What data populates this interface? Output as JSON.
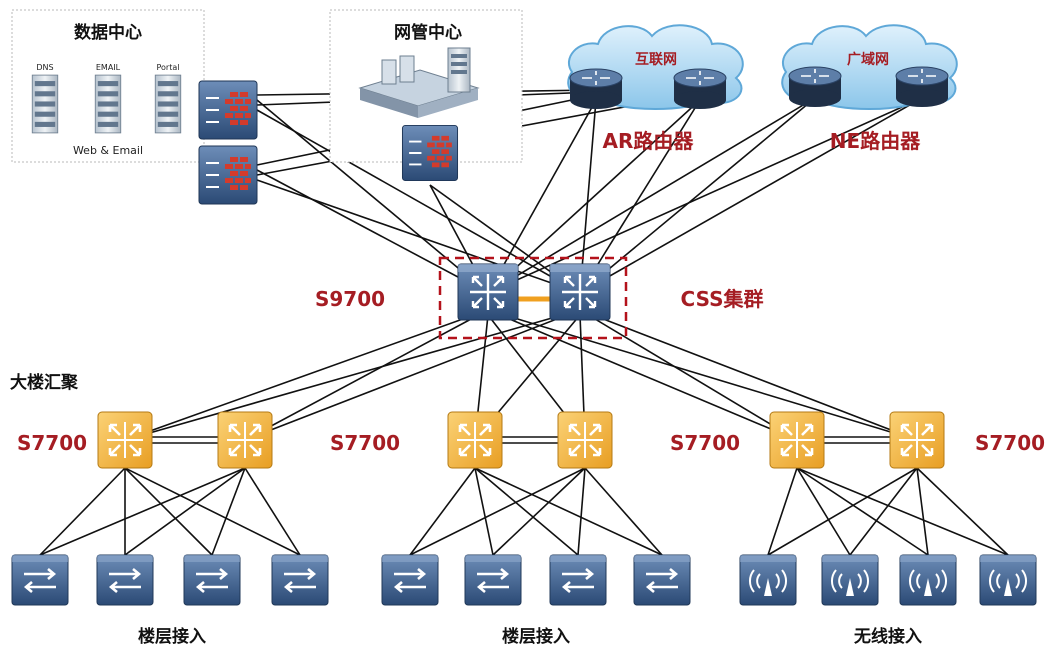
{
  "data_center": {
    "title": "数据中心",
    "servers": [
      "DNS",
      "EMAIL",
      "Portal"
    ],
    "caption": "Web & Email"
  },
  "nms_center": {
    "title": "网管中心"
  },
  "clouds": {
    "internet": "互联网",
    "wan": "广域网"
  },
  "routers": {
    "ar": "AR路由器",
    "ne": "NE路由器"
  },
  "core": {
    "name": "S9700",
    "cluster": "CSS集群"
  },
  "aggregation": {
    "title": "大楼汇聚",
    "labels": [
      "S7700",
      "S7700",
      "S7700",
      "S7700"
    ]
  },
  "access_groups": [
    "楼层接入",
    "楼层接入",
    "无线接入"
  ],
  "colors": {
    "navy_device": "#3d5f8c",
    "orange_switch": "#f0b43c",
    "label_red": "#a51d23",
    "cloud_blue": "#a8d4f0",
    "firewall_red": "#d33b2c"
  }
}
